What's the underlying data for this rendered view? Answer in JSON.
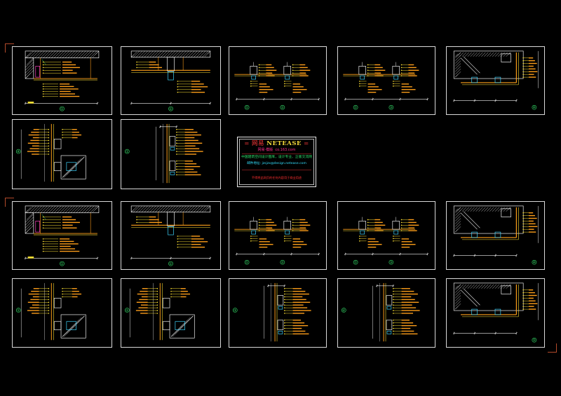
{
  "colors": {
    "background": "#000000",
    "border": "#d9d9d9",
    "line_orange": "#ff9f1a",
    "line_yellow": "#ffe234",
    "line_white": "#f2f2f2",
    "line_green": "#35e06a",
    "line_cyan": "#3fd6ff",
    "line_magenta": "#ff40c0",
    "line_red": "#ff3b3b",
    "corner_mark": "#b34a2a"
  },
  "stamp": {
    "title_cn": "= 网易 ",
    "title_en": "NETEASE",
    "title_end": " =",
    "url_label": "网易·模版",
    "url": "co.163.com",
    "description": "中国建筑空间设计图库，设计专业、正版交流网",
    "email_label": "邮件地址:",
    "email": "jzsjzx@design.netease.com",
    "note": "不得将此网页的任何内容用于商业用途"
  },
  "sheets": [
    {
      "id": "r1c1",
      "type": "ceiling_section",
      "mark": "①"
    },
    {
      "id": "r1c2",
      "type": "ceiling_frame",
      "mark": "②"
    },
    {
      "id": "r1c3",
      "type": "double_mullion",
      "marks": [
        "①",
        "②"
      ]
    },
    {
      "id": "r1c4",
      "type": "double_mullion",
      "marks": [
        "①",
        "③"
      ]
    },
    {
      "id": "r1c5",
      "type": "corner_plan",
      "mark": "④"
    },
    {
      "id": "r2c1",
      "type": "wall_section_cabinet",
      "mark": "④"
    },
    {
      "id": "r2c2",
      "type": "wall_section",
      "mark": "①"
    },
    {
      "id": "r3c1",
      "type": "ceiling_section",
      "mark": "①"
    },
    {
      "id": "r3c2",
      "type": "ceiling_frame",
      "mark": "②"
    },
    {
      "id": "r3c3",
      "type": "double_mullion",
      "marks": [
        "①",
        "②"
      ]
    },
    {
      "id": "r3c4",
      "type": "double_mullion",
      "marks": [
        "①",
        "③"
      ]
    },
    {
      "id": "r3c5",
      "type": "corner_plan",
      "mark": "④"
    },
    {
      "id": "r4c1",
      "type": "wall_section_cabinet",
      "mark": "①"
    },
    {
      "id": "r4c2",
      "type": "wall_section_cabinet",
      "mark": "②"
    },
    {
      "id": "r4c3",
      "type": "wall_section",
      "mark": "③"
    },
    {
      "id": "r4c4",
      "type": "wall_section",
      "mark": "④"
    },
    {
      "id": "r4c5",
      "type": "corner_plan",
      "mark": "⑤"
    }
  ]
}
